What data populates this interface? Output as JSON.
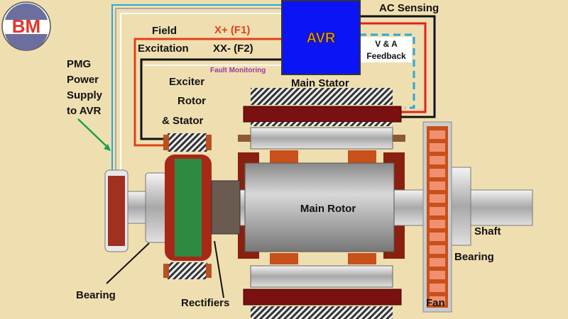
{
  "logo": {
    "text": "BM"
  },
  "labels": {
    "ac_sensing": "AC Sensing",
    "avr": "AVR",
    "field": "Field",
    "excitation": "Excitation",
    "x_plus": "X+ (F1)",
    "xx_minus": "XX- (F2)",
    "fault_monitoring": "Fault Monitoring",
    "va_line1": "V & A",
    "va_line2": "Feedback",
    "main_stator": "Main Stator",
    "pmg": [
      "PMG",
      "Power",
      "Supply",
      "to AVR"
    ],
    "exciter": [
      "Exciter",
      "Rotor",
      "& Stator"
    ],
    "main_rotor": "Main Rotor",
    "shaft": "Shaft",
    "bearing_right": "Bearing",
    "bearing_left": "Bearing",
    "rectifiers": "Rectifiers",
    "fan": "Fan"
  },
  "colors": {
    "background": "#efdfb0",
    "avr": "#0a14f5",
    "stator": "#7a1010",
    "copper": "#c8501a",
    "cyan": "#29a8d8",
    "red_wire": "#e0221a"
  }
}
